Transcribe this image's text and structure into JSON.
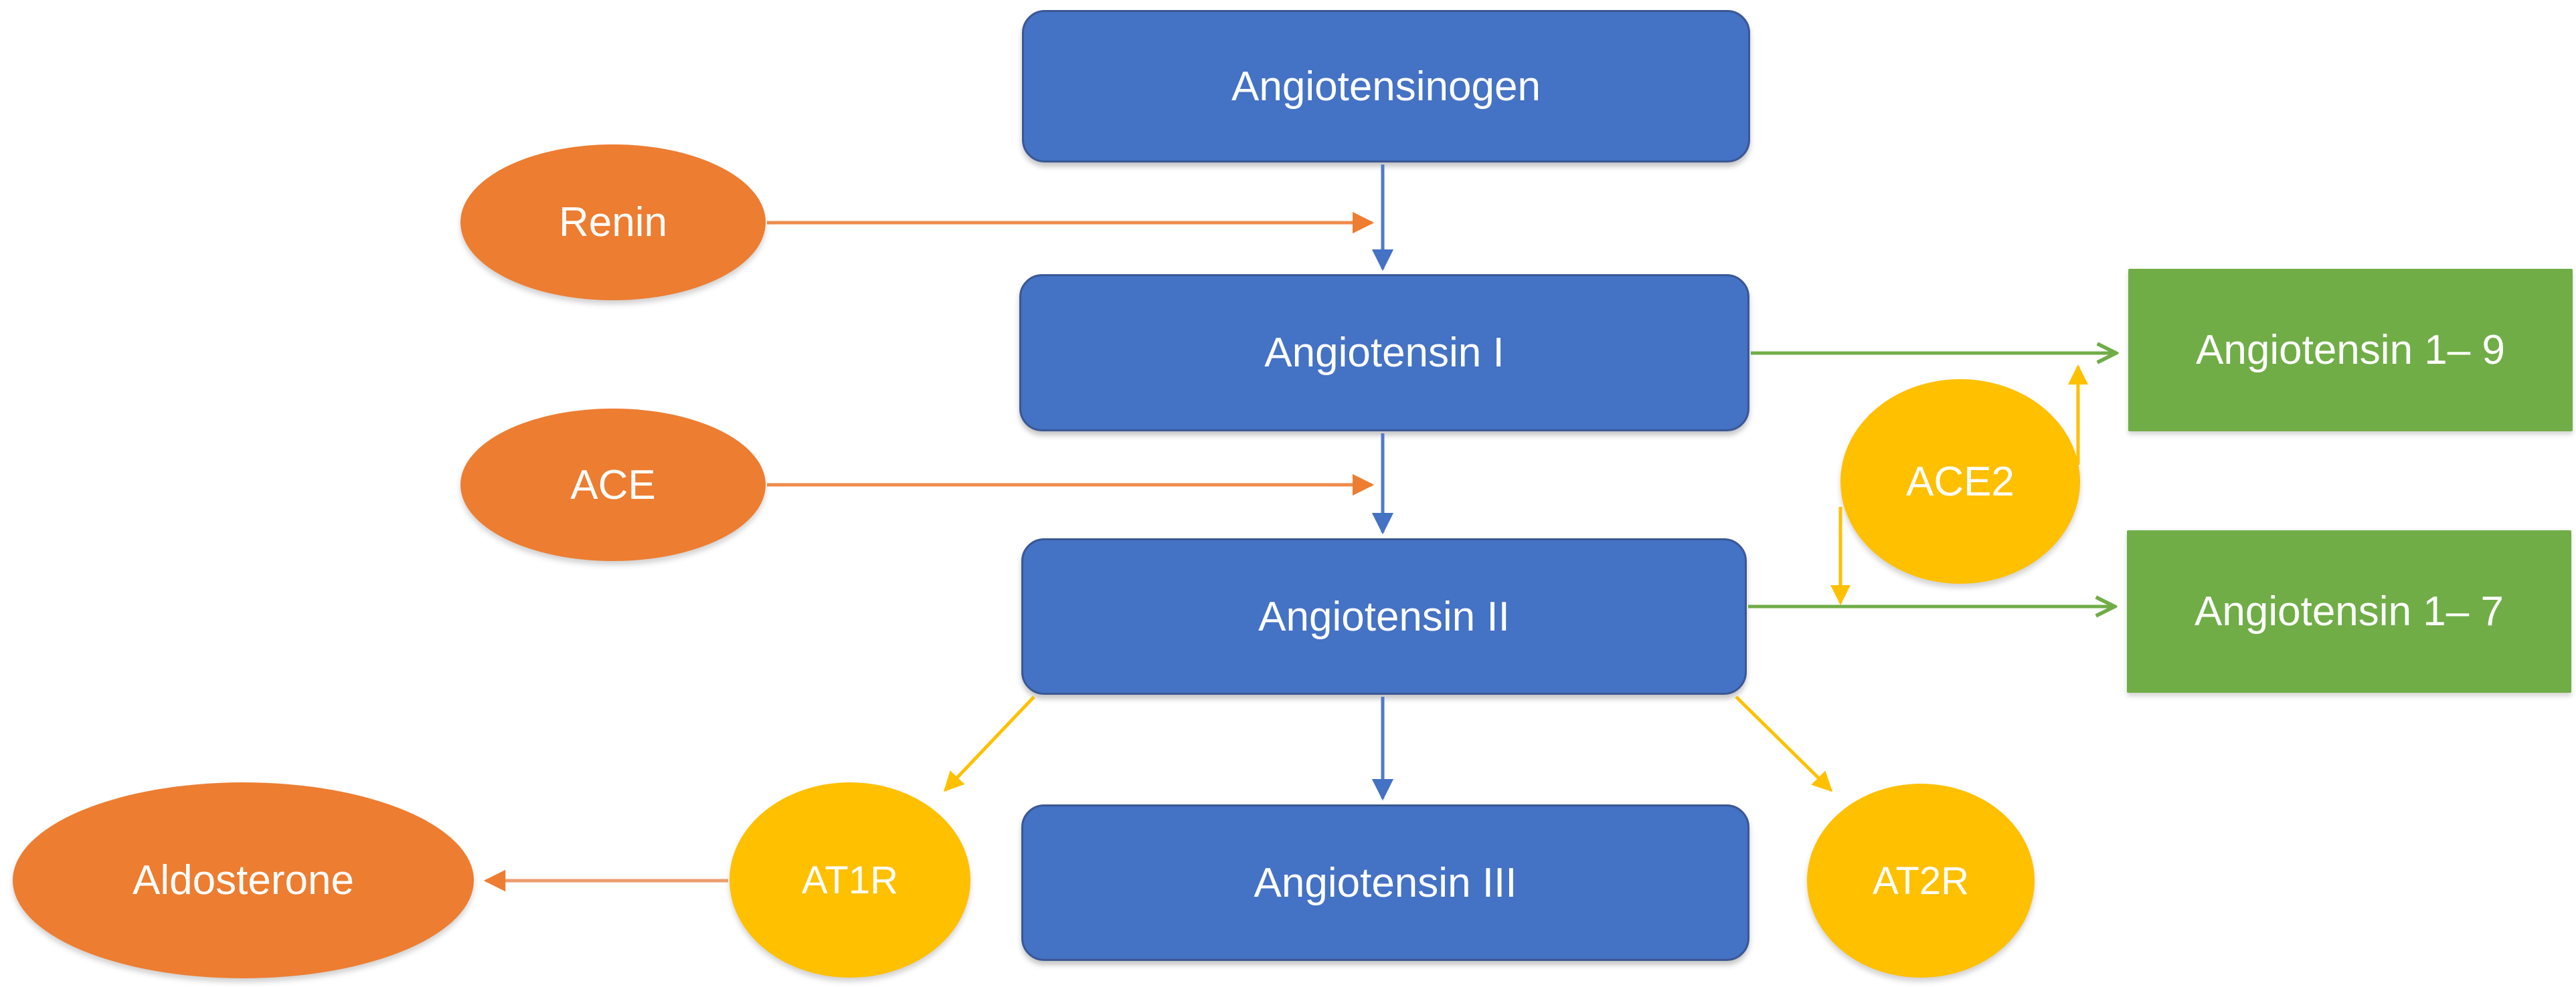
{
  "diagram": {
    "description": "Renin-angiotensin system pathway",
    "nodes": {
      "angiotensinogen": {
        "label": "Angiotensinogen",
        "shape": "rounded-rect",
        "fill": "#4472C4"
      },
      "angiotensin_i": {
        "label": "Angiotensin I",
        "shape": "rounded-rect",
        "fill": "#4472C4"
      },
      "angiotensin_ii": {
        "label": "Angiotensin II",
        "shape": "rounded-rect",
        "fill": "#4472C4"
      },
      "angiotensin_iii": {
        "label": "Angiotensin III",
        "shape": "rounded-rect",
        "fill": "#4472C4"
      },
      "angiotensin_1_9": {
        "label": "Angiotensin 1– 9",
        "shape": "rect",
        "fill": "#70AD47"
      },
      "angiotensin_1_7": {
        "label": "Angiotensin 1– 7",
        "shape": "rect",
        "fill": "#70AD47"
      },
      "renin": {
        "label": "Renin",
        "shape": "ellipse",
        "fill": "#ED7D31"
      },
      "ace": {
        "label": "ACE",
        "shape": "ellipse",
        "fill": "#ED7D31"
      },
      "aldosterone": {
        "label": "Aldosterone",
        "shape": "ellipse",
        "fill": "#ED7D31"
      },
      "ace2": {
        "label": "ACE2",
        "shape": "circle",
        "fill": "#FFC000"
      },
      "at1r": {
        "label": "AT1R",
        "shape": "circle",
        "fill": "#FFC000"
      },
      "at2r": {
        "label": "AT2R",
        "shape": "circle",
        "fill": "#FFC000"
      }
    },
    "edges": [
      {
        "from": "angiotensinogen",
        "to": "angiotensin_i",
        "color": "#4472C4",
        "head": "solid"
      },
      {
        "from": "angiotensin_i",
        "to": "angiotensin_ii",
        "color": "#4472C4",
        "head": "solid"
      },
      {
        "from": "angiotensin_ii",
        "to": "angiotensin_iii",
        "color": "#4472C4",
        "head": "solid"
      },
      {
        "from": "renin",
        "to": "angiotensinogen-angiotensin_i-junction",
        "color": "#ED7D31",
        "head": "solid"
      },
      {
        "from": "ace",
        "to": "angiotensin_i-angiotensin_ii-junction",
        "color": "#ED7D31",
        "head": "solid"
      },
      {
        "from": "angiotensin_i",
        "to": "angiotensin_1_9",
        "color": "#70AD47",
        "head": "open"
      },
      {
        "from": "angiotensin_ii",
        "to": "angiotensin_1_7",
        "color": "#70AD47",
        "head": "open"
      },
      {
        "from": "ace2",
        "to": "angiotensin_1_9-line",
        "color": "#FFC000",
        "head": "solid",
        "direction": "up"
      },
      {
        "from": "ace2",
        "to": "angiotensin_1_7-line",
        "color": "#FFC000",
        "head": "solid",
        "direction": "down"
      },
      {
        "from": "angiotensin_ii",
        "to": "at1r",
        "color": "#FFC000",
        "head": "solid"
      },
      {
        "from": "angiotensin_ii",
        "to": "at2r",
        "color": "#FFC000",
        "head": "solid"
      },
      {
        "from": "at1r",
        "to": "aldosterone",
        "color": "#ED9C6E",
        "head": "solid"
      }
    ],
    "colors": {
      "blue": "#4472C4",
      "blue_border": "#3A5795",
      "orange": "#ED7D31",
      "light_orange": "#ED9C6E",
      "yellow": "#FFC000",
      "green": "#70AD47",
      "text": "#FFFFFF",
      "background": "#FFFFFF"
    }
  }
}
